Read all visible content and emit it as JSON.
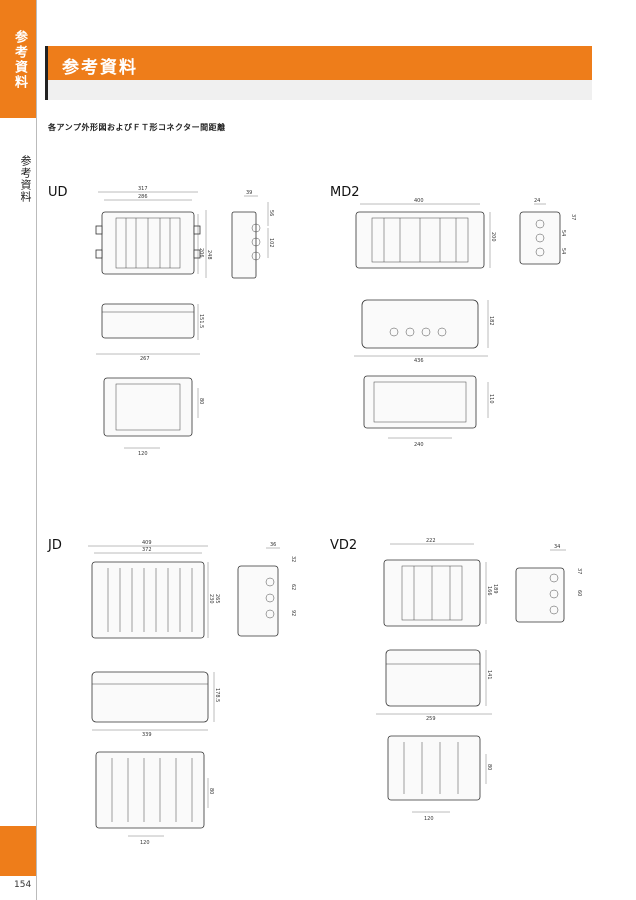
{
  "sidebar": {
    "tab_label": "参考資料",
    "section_label": "参考資料"
  },
  "header": {
    "title": "参考資料"
  },
  "caption": "各アンプ外形図およびＦＴ形コネクター間距離",
  "page_number": "154",
  "drawings": {
    "ud": {
      "label": "UD",
      "d317": "317",
      "d286": "286",
      "d39": "39",
      "d56": "56",
      "d102": "102",
      "d206": "206",
      "d248": "248",
      "d151": "151.5",
      "d267": "267",
      "d80": "80",
      "d120": "120"
    },
    "md2": {
      "label": "MD2",
      "d400": "400",
      "d200": "200",
      "d24": "24",
      "d54a": "54",
      "d54b": "54",
      "d37": "37",
      "d182": "182",
      "d436": "436",
      "d110": "110",
      "d240": "240"
    },
    "jd": {
      "label": "JD",
      "d409": "409",
      "d372": "372",
      "d36": "36",
      "d32": "32",
      "d62": "62",
      "d92": "92",
      "d230": "230",
      "d265": "265",
      "d178": "178.5",
      "d339": "339",
      "d80": "80",
      "d120": "120"
    },
    "vd2": {
      "label": "VD2",
      "d222": "222",
      "d34": "34",
      "d37": "37",
      "d60": "60",
      "d166": "166",
      "d189": "189",
      "d141": "141",
      "d259": "259",
      "d80": "80",
      "d120": "120"
    }
  }
}
